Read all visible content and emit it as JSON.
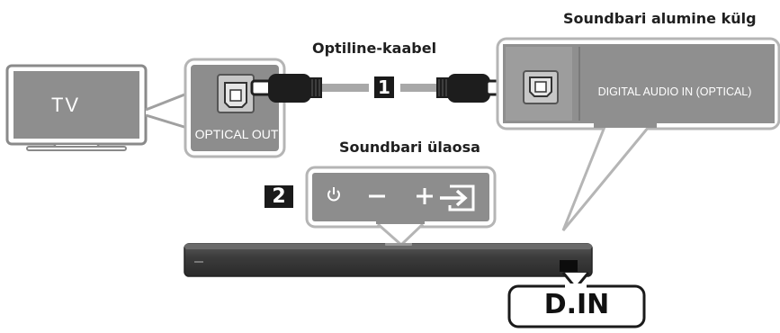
{
  "labels": {
    "tv": "TV",
    "optical_out": "OPTICAL OUT",
    "cable_title": "Optiline-kaabel",
    "soundbar_side_title": "Soundbari alumine külg",
    "digital_audio_in": "DIGITAL AUDIO IN (OPTICAL)",
    "soundbar_top_title": "Soundbari ülaosa",
    "d_in": "D.IN"
  },
  "steps": {
    "step1": "1",
    "step2": "2"
  },
  "controls": {
    "icons": [
      "power-icon",
      "minus-icon",
      "plus-icon",
      "source-input-icon"
    ]
  },
  "colors": {
    "panel_gray": "#8f8f8f",
    "panel_border": "#b9b9b9",
    "soundbar_dark": "#3a3a3a",
    "cable_black": "#1d1d1d",
    "cable_gray": "#a9a9a9"
  }
}
